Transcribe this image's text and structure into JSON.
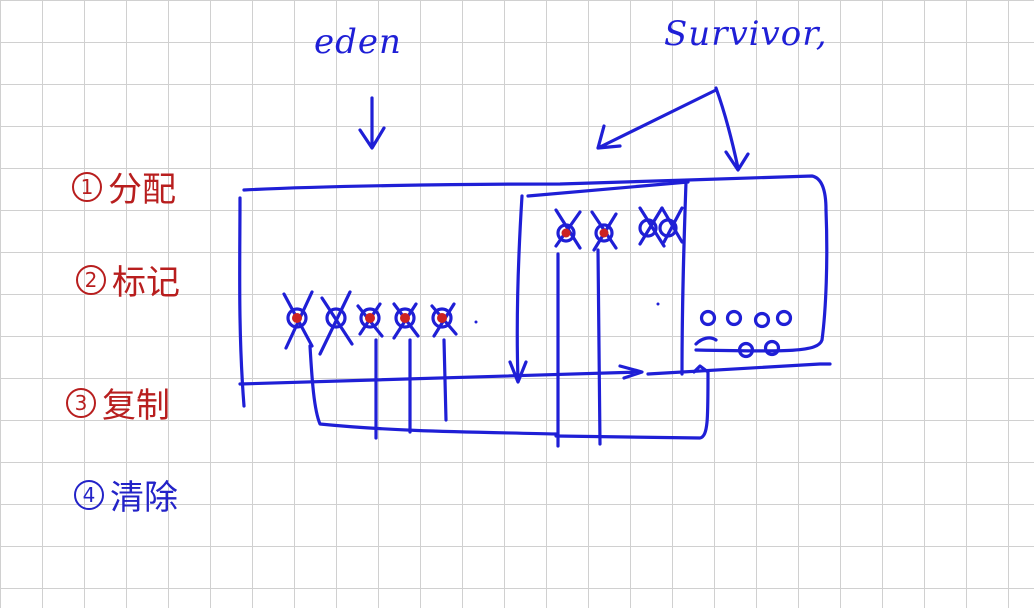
{
  "labels": {
    "eden": "eden",
    "survivor": "Survivor,"
  },
  "steps": [
    {
      "num": "1",
      "text": "分配",
      "color": "#b81e1e"
    },
    {
      "num": "2",
      "text": "标记",
      "color": "#b81e1e"
    },
    {
      "num": "3",
      "text": "复制",
      "color": "#b81e1e"
    },
    {
      "num": "4",
      "text": "清除",
      "color": "#2323c8"
    }
  ],
  "colors": {
    "ink_blue": "#1f1fd6",
    "ink_red": "#b81e1e",
    "grid": "#d0d0d0"
  }
}
